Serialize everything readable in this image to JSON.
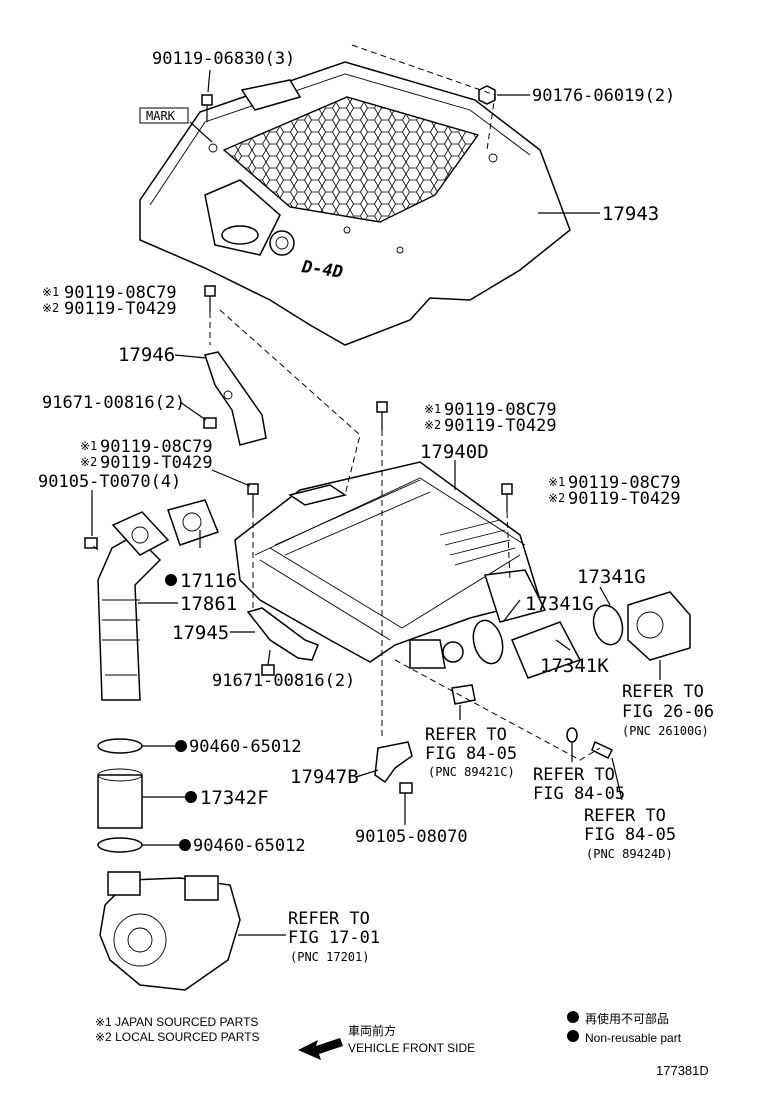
{
  "parts": {
    "bolt_top": "90119-06830(3)",
    "mark": "MARK",
    "nut_cover": "90176-06019(2)",
    "cover": "17943",
    "bolt_left_j": "90119-08C79",
    "bolt_left_l": "90119-T0429",
    "bracket_upper": "17946",
    "bolt_91671_upper": "91671-00816(2)",
    "bolt_mid_j": "90119-08C79",
    "bolt_mid_l": "90119-T0429",
    "bolt_br_j": "90119-08C79",
    "bolt_br_l": "90119-T0429",
    "bolt_cc_j": "90119-08C79",
    "bolt_cc_l": "90119-T0429",
    "bolt_90105_t": "90105-T0070(4)",
    "gasket": "17116",
    "pipe": "17861",
    "intercooler": "17940D",
    "clamp_a": "17341G",
    "clamp_b": "17341G",
    "bracket_lower": "17945",
    "hose_k": "17341K",
    "bolt_91671_lower": "91671-00816(2)",
    "clamp_lower_1": "90460-65012",
    "hose_f": "17342F",
    "clamp_lower_2": "90460-65012",
    "bracket_b": "17947B",
    "bolt_90105_08070": "90105-08070"
  },
  "refs": {
    "r1": {
      "line1": "REFER TO",
      "line2": "FIG 84-05",
      "pnc": "(PNC 89421C)"
    },
    "r2": {
      "line1": "REFER TO",
      "line2": "FIG 84-05"
    },
    "r3": {
      "line1": "REFER TO",
      "line2": "FIG 84-05",
      "pnc": "(PNC 89424D)"
    },
    "r4": {
      "line1": "REFER TO",
      "line2": "FIG 26-06",
      "pnc": "(PNC 26100G)"
    },
    "r5": {
      "line1": "REFER TO",
      "line2": "FIG 17-01",
      "pnc": "(PNC 17201)"
    }
  },
  "marks": {
    "m1": "※1",
    "m2": "※2"
  },
  "legend": {
    "japan": "※1 JAPAN SOURCED PARTS",
    "local": "※2 LOCAL SOURCED PARTS",
    "front_jp": "車両前方",
    "front_en": "VEHICLE FRONT SIDE",
    "nonreuse_jp": "再使用不可部品",
    "nonreuse_en": "Non-reusable part",
    "code": "177381D"
  },
  "cover_logo": "D-4D"
}
